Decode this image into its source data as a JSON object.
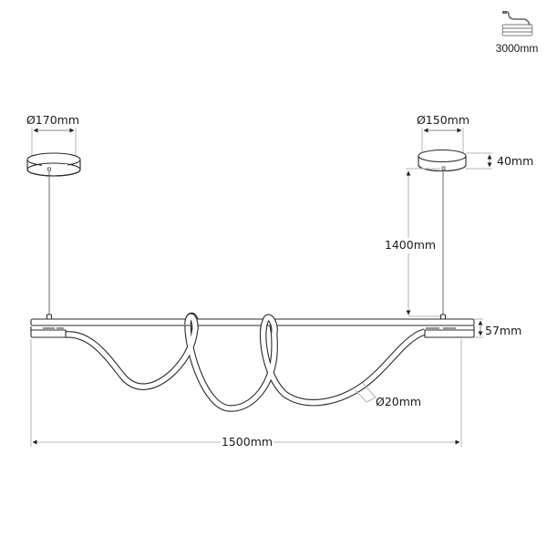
{
  "diagram": {
    "type": "technical-dimension-drawing",
    "subject": "pendant-light-with-looped-tube",
    "cable": {
      "icon": "coiled-cable-icon",
      "length_label": "3000mm"
    },
    "left_canopy": {
      "diameter_label": "Ø170mm"
    },
    "right_canopy": {
      "diameter_label": "Ø150mm",
      "height_label": "40mm"
    },
    "suspension": {
      "drop_label": "1400mm"
    },
    "bar": {
      "height_label": "57mm",
      "width_label": "1500mm"
    },
    "tube": {
      "diameter_label": "Ø20mm"
    },
    "colors": {
      "outline": "#2b2b2b",
      "dimension_line": "#b5b5b5",
      "text": "#1a1a1a",
      "background": "#ffffff"
    }
  }
}
